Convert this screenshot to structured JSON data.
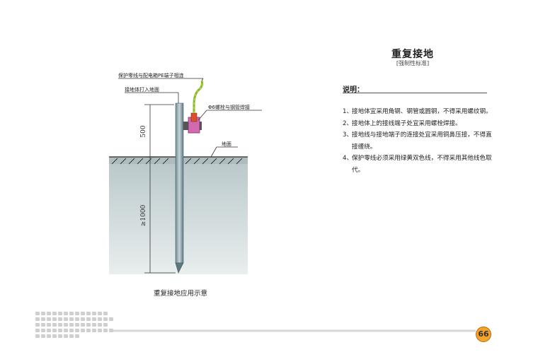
{
  "document": {
    "title": "重复接地",
    "subtitle": "[强制性标准]",
    "section_heading": "说明：",
    "notes": [
      {
        "num": "1、",
        "text": "接地体宜采用角钢、钢管或圆钢，不得采用螺纹钢。"
      },
      {
        "num": "2、",
        "text": "接地体上的接线端子处宜采用螺栓焊接。"
      },
      {
        "num": "3、",
        "text": "接地线与接地端子的连接处宜采用铜鼻压接，不得直接缠绕。"
      },
      {
        "num": "4、",
        "text": "保护零线必须采用绿黄双色线，不得采用其他线色取代。"
      }
    ],
    "page_number": "66"
  },
  "diagram": {
    "labels": {
      "pe_connection": "保护零线与配电箱PE端子相连",
      "rod_driven": "接地体打入地面",
      "bolt_weld": "Φ6螺栓与钢管焊接",
      "ground": "地面",
      "dim_above": "500",
      "dim_below": "≥1000"
    },
    "caption": "重复接地应用示意"
  },
  "colors": {
    "soil": "#c9d6d8",
    "ground_line": "#444444",
    "rod": "#8fa6ad",
    "wire_green": "#7dbb2c",
    "wire_red": "#d9502b",
    "clamp": "#c85fa8",
    "page_badge": "#f4a32b"
  }
}
